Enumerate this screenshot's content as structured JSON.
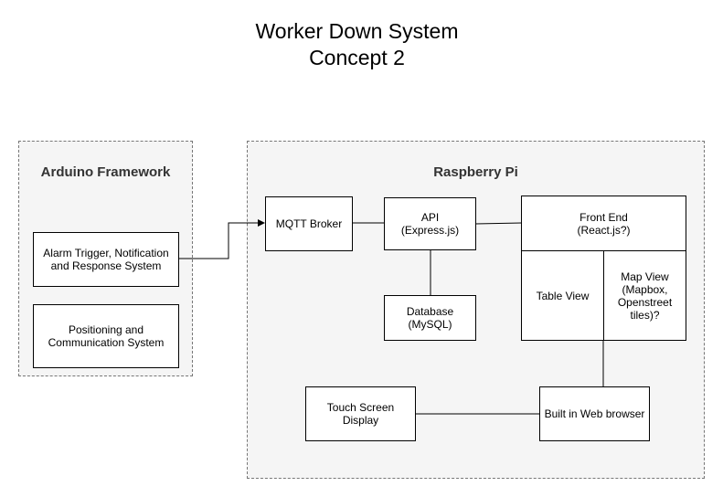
{
  "title": {
    "line1": "Worker Down System",
    "line2": "Concept 2"
  },
  "groups": {
    "arduino": {
      "label": "Arduino Framework"
    },
    "pi": {
      "label": "Raspberry Pi"
    }
  },
  "nodes": {
    "alarm": {
      "line1": "Alarm Trigger, Notification",
      "line2": "and Response System"
    },
    "positioning": {
      "line1": "Positioning and",
      "line2": "Communication System"
    },
    "mqtt": {
      "label": "MQTT Broker"
    },
    "api": {
      "line1": "API",
      "line2": "(Express.js)"
    },
    "database": {
      "line1": "Database",
      "line2": "(MySQL)"
    },
    "frontend": {
      "line1": "Front End",
      "line2": "(React.js?)"
    },
    "table_view": {
      "label": "Table View"
    },
    "map_view": {
      "line1": "Map View",
      "line2": "(Mapbox,",
      "line3": "Openstreet",
      "line4": "tiles)?"
    },
    "touch_screen": {
      "label": "Touch Screen Display"
    },
    "web_browser": {
      "label": "Built in Web browser"
    }
  },
  "colors": {
    "group_fill": "#f5f5f5",
    "group_border": "#777777",
    "node_fill": "#ffffff",
    "line": "#000000"
  }
}
